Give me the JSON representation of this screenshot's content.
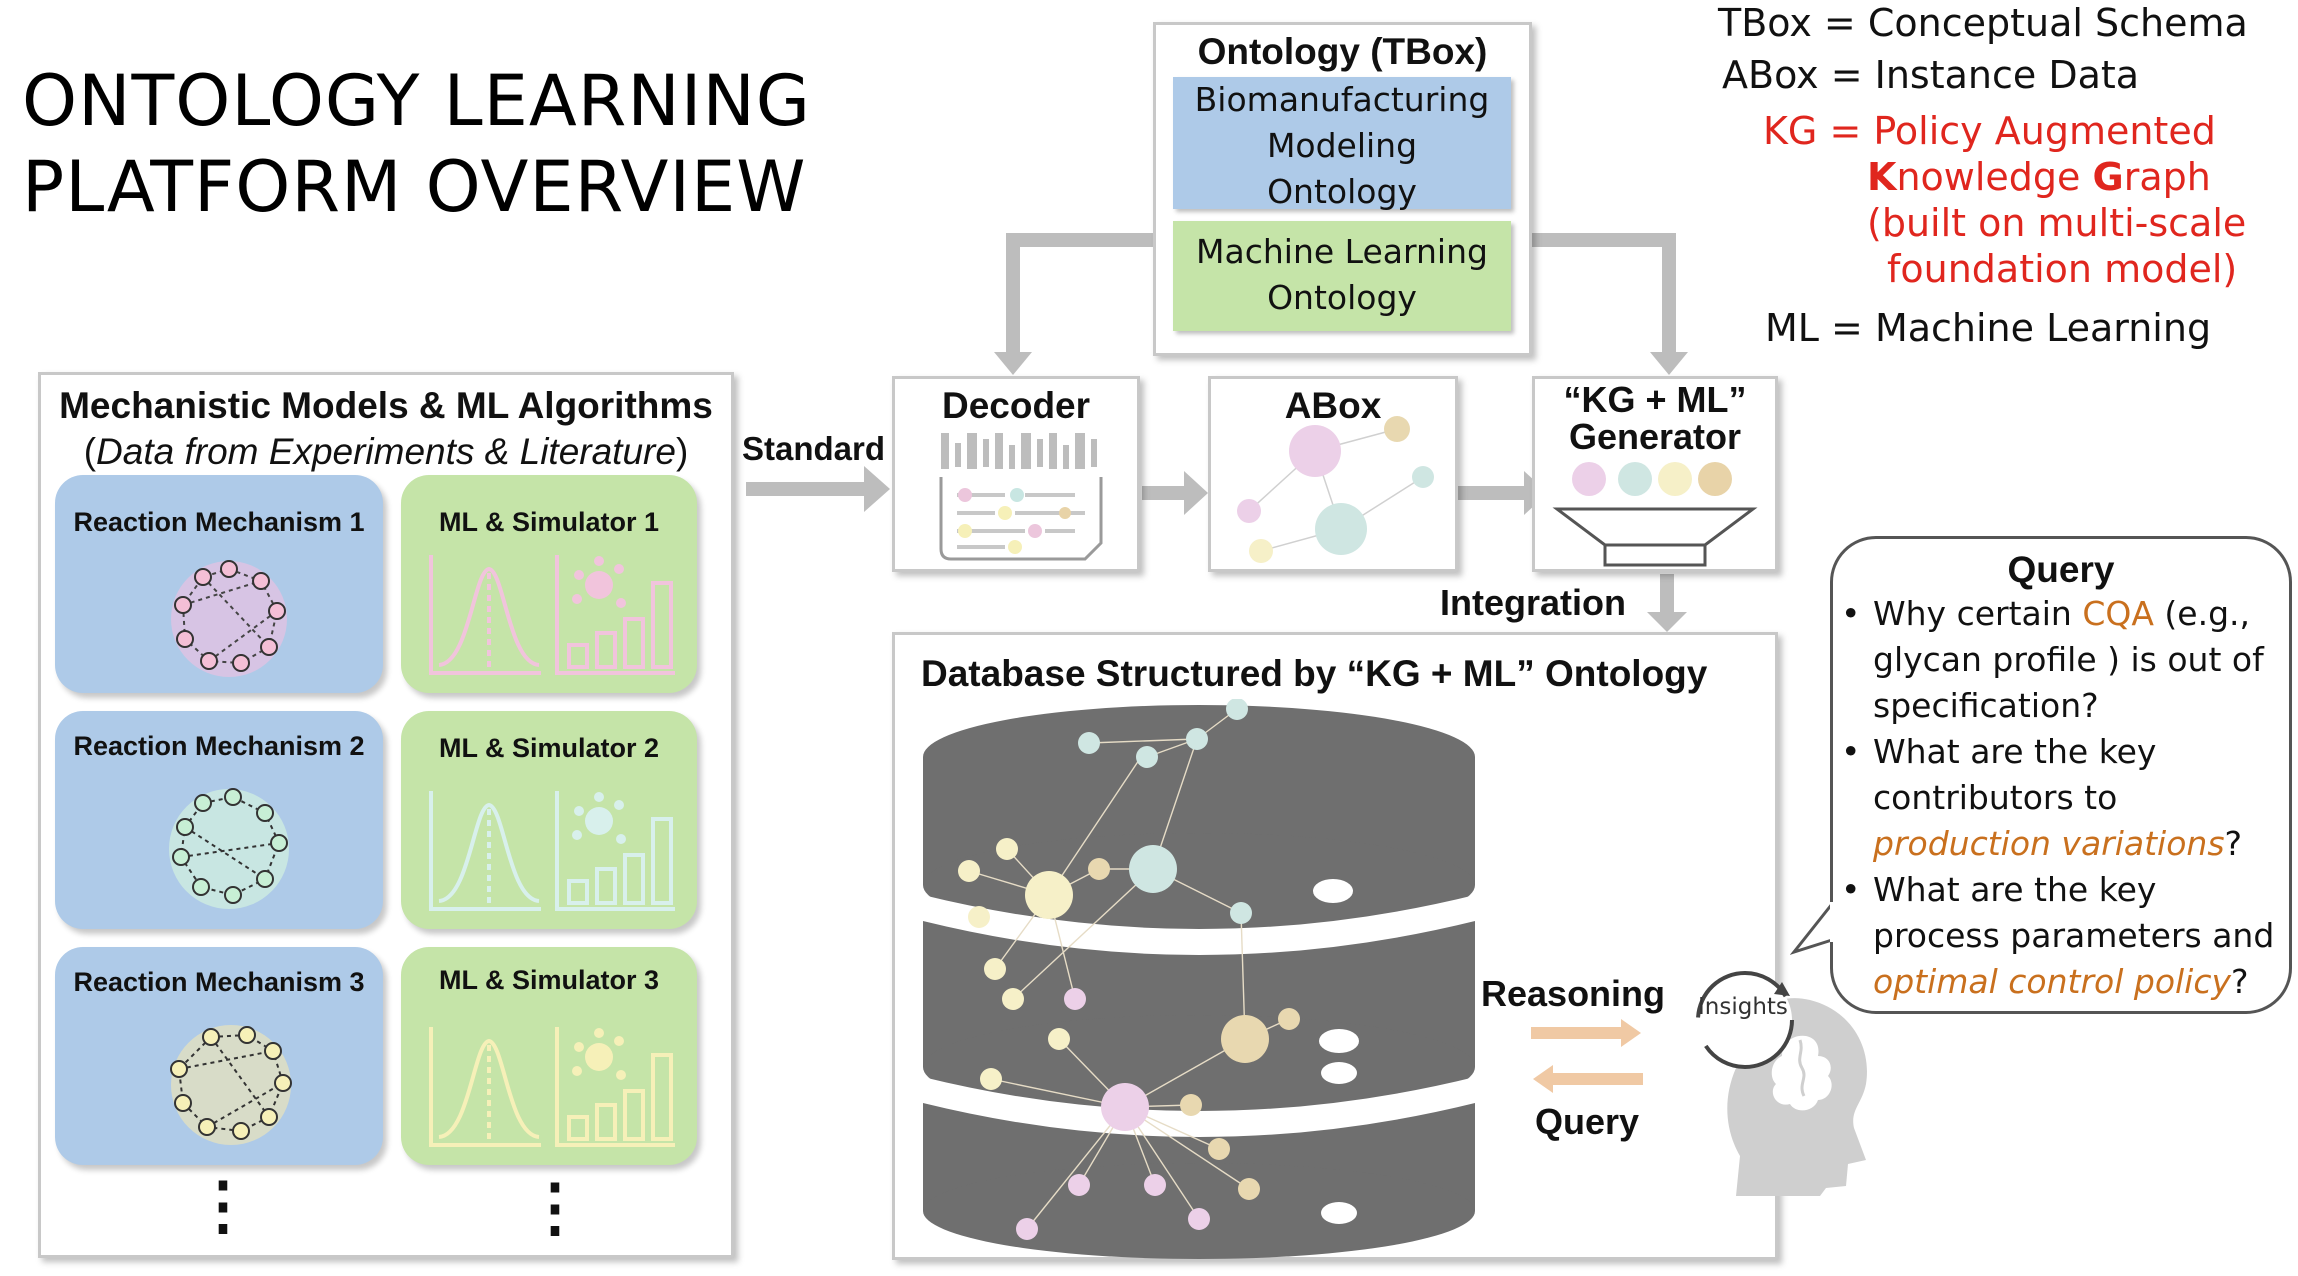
{
  "title": {
    "line1": "ONTOLOGY LEARNING",
    "line2": "PLATFORM OVERVIEW"
  },
  "legend": {
    "tbox": "TBox = Conceptual Schema",
    "abox": "ABox = Instance Data",
    "kg_prefix": "KG = Policy Augmented",
    "kg_k": "K",
    "kg_nowledge": "nowledge ",
    "kg_g": "G",
    "kg_raph": "raph",
    "kg_line3": "(built on multi-scale",
    "kg_line4": "foundation model)",
    "ml": "ML = Machine Learning"
  },
  "ontology": {
    "title": "Ontology (TBox)",
    "bio_line1": "Biomanufacturing",
    "bio_line2": "Modeling",
    "bio_line3": "Ontology",
    "ml_line1": "Machine Learning",
    "ml_line2": "Ontology"
  },
  "left_panel": {
    "title": "Mechanistic Models & ML Algorithms",
    "subtitle_open": "(",
    "subtitle_italic": "Data from Experiments & Literature",
    "subtitle_close": ")",
    "rows": [
      {
        "reaction": "Reaction Mechanism 1",
        "ml": "ML & Simulator 1"
      },
      {
        "reaction": "Reaction Mechanism 2",
        "ml": "ML & Simulator 2"
      },
      {
        "reaction": "Reaction Mechanism 3",
        "ml": "ML & Simulator 3"
      }
    ],
    "ellipsis": "⋮"
  },
  "labels": {
    "standard": "Standard",
    "decoder": "Decoder",
    "abox": "ABox",
    "generator_line1": "“KG + ML”",
    "generator_line2": "Generator",
    "integration": "Integration",
    "database_title": "Database Structured by “KG + ML” Ontology",
    "reasoning": "Reasoning",
    "query": "Query",
    "insights": "Insights"
  },
  "query_bubble": {
    "title": "Query",
    "q1_a": "Why certain ",
    "q1_cqa": "CQA",
    "q1_b": " (e.g.,",
    "q1_c": "glycan profile ) is out of",
    "q1_d": "specification?",
    "q2_a": "What are the key",
    "q2_b": "contributors to",
    "q2_italic": "production variations",
    "q2_end": "?",
    "q3_a": "What are the key",
    "q3_b": "process parameters and",
    "q3_italic": "optimal control policy",
    "q3_end": "?"
  },
  "colors": {
    "blue_box": "#aecae8",
    "green_box": "#c5e4a8",
    "arrow_gray": "#bdbdbd",
    "db_gray": "#6f6f6f",
    "red_text": "#e0261e",
    "orange_text": "#c9701e",
    "arrow_peach": "#f0c9a4"
  }
}
